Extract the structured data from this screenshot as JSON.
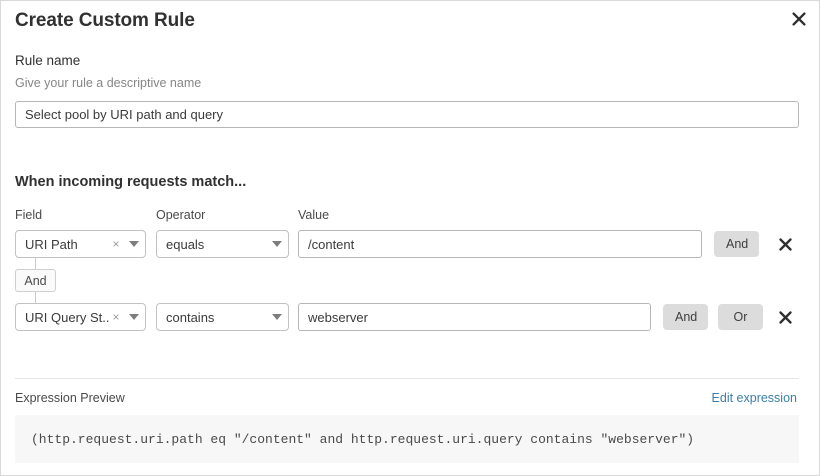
{
  "dialog": {
    "title": "Create Custom Rule",
    "close_icon": "close-icon"
  },
  "rule_name": {
    "label": "Rule name",
    "hint": "Give your rule a descriptive name",
    "value": "Select pool by URI path and query",
    "placeholder": "Select pool by URI path and query"
  },
  "match_section": {
    "heading": "When incoming requests match...",
    "columns": {
      "field": "Field",
      "operator": "Operator",
      "value": "Value"
    },
    "connector": "And",
    "rows": [
      {
        "field": "URI Path",
        "clear": "×",
        "operator": "equals",
        "value": "/content",
        "buttons": [
          "And"
        ],
        "delete_icon": "close-icon"
      },
      {
        "field": "URI Query St...",
        "clear": "×",
        "operator": "contains",
        "value": "webserver",
        "buttons": [
          "And",
          "Or"
        ],
        "delete_icon": "close-icon"
      }
    ]
  },
  "expression_preview": {
    "label": "Expression Preview",
    "edit_link": "Edit expression",
    "code": "(http.request.uri.path eq \"/content\" and http.request.uri.query contains \"webserver\")"
  },
  "colors": {
    "accent_link": "#3c7fa8",
    "pill_bg": "#dcdcdc",
    "code_bg": "#f7f7f7",
    "border": "#c2c2c2"
  }
}
